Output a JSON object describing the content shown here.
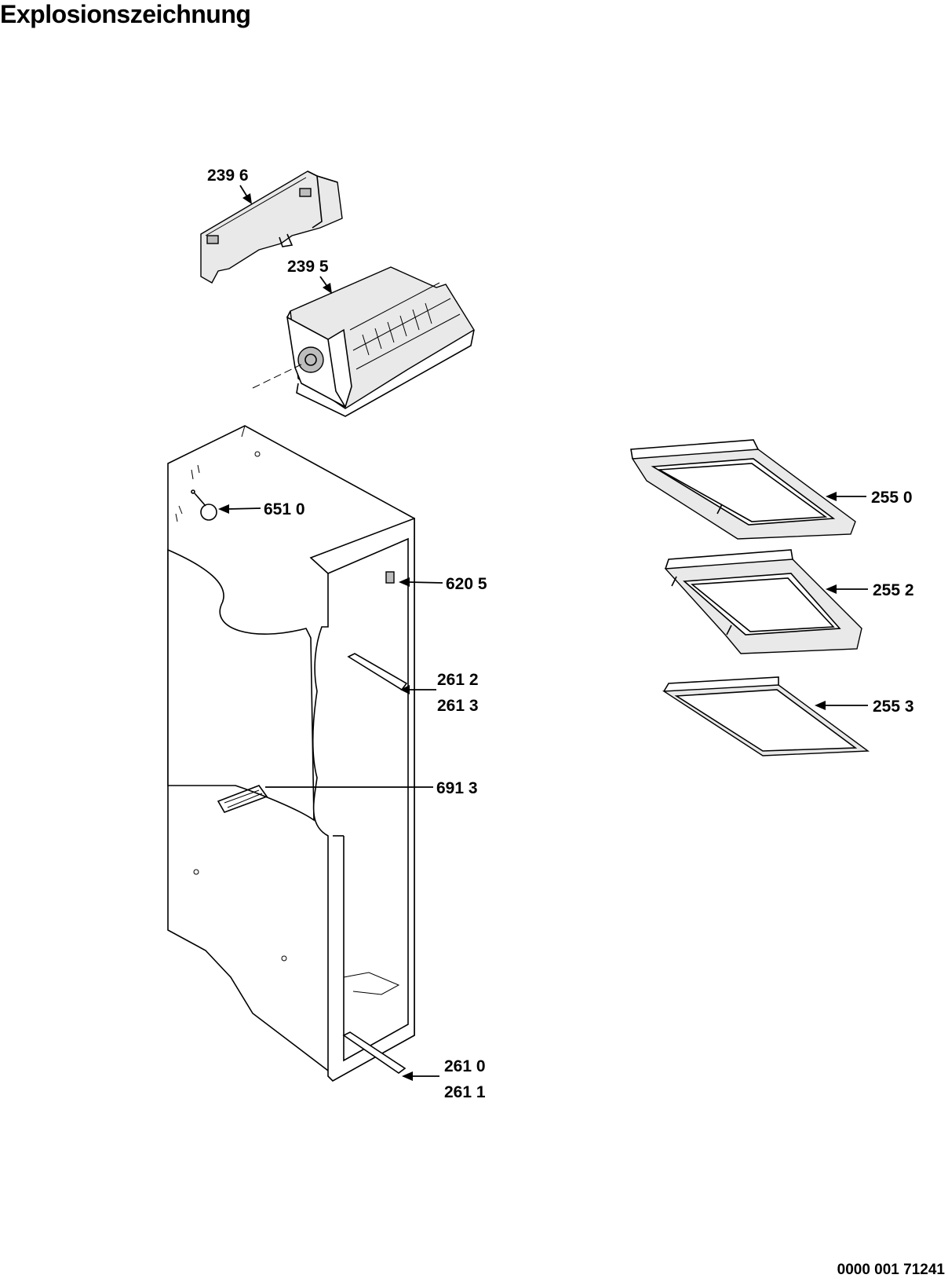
{
  "title": "Explosionszeichnung",
  "document_number": "0000 001 71241",
  "part_labels": [
    {
      "id": "p2396",
      "text": "239 6"
    },
    {
      "id": "p2395",
      "text": "239 5"
    },
    {
      "id": "p6510",
      "text": "651 0"
    },
    {
      "id": "p6205",
      "text": "620 5"
    },
    {
      "id": "p2612",
      "text": "261 2"
    },
    {
      "id": "p2613",
      "text": "261 3"
    },
    {
      "id": "p6913",
      "text": "691 3"
    },
    {
      "id": "p2610",
      "text": "261 0"
    },
    {
      "id": "p2611",
      "text": "261 1"
    },
    {
      "id": "p2550",
      "text": "255 0"
    },
    {
      "id": "p2552",
      "text": "255 2"
    },
    {
      "id": "p2553",
      "text": "255 3"
    }
  ]
}
